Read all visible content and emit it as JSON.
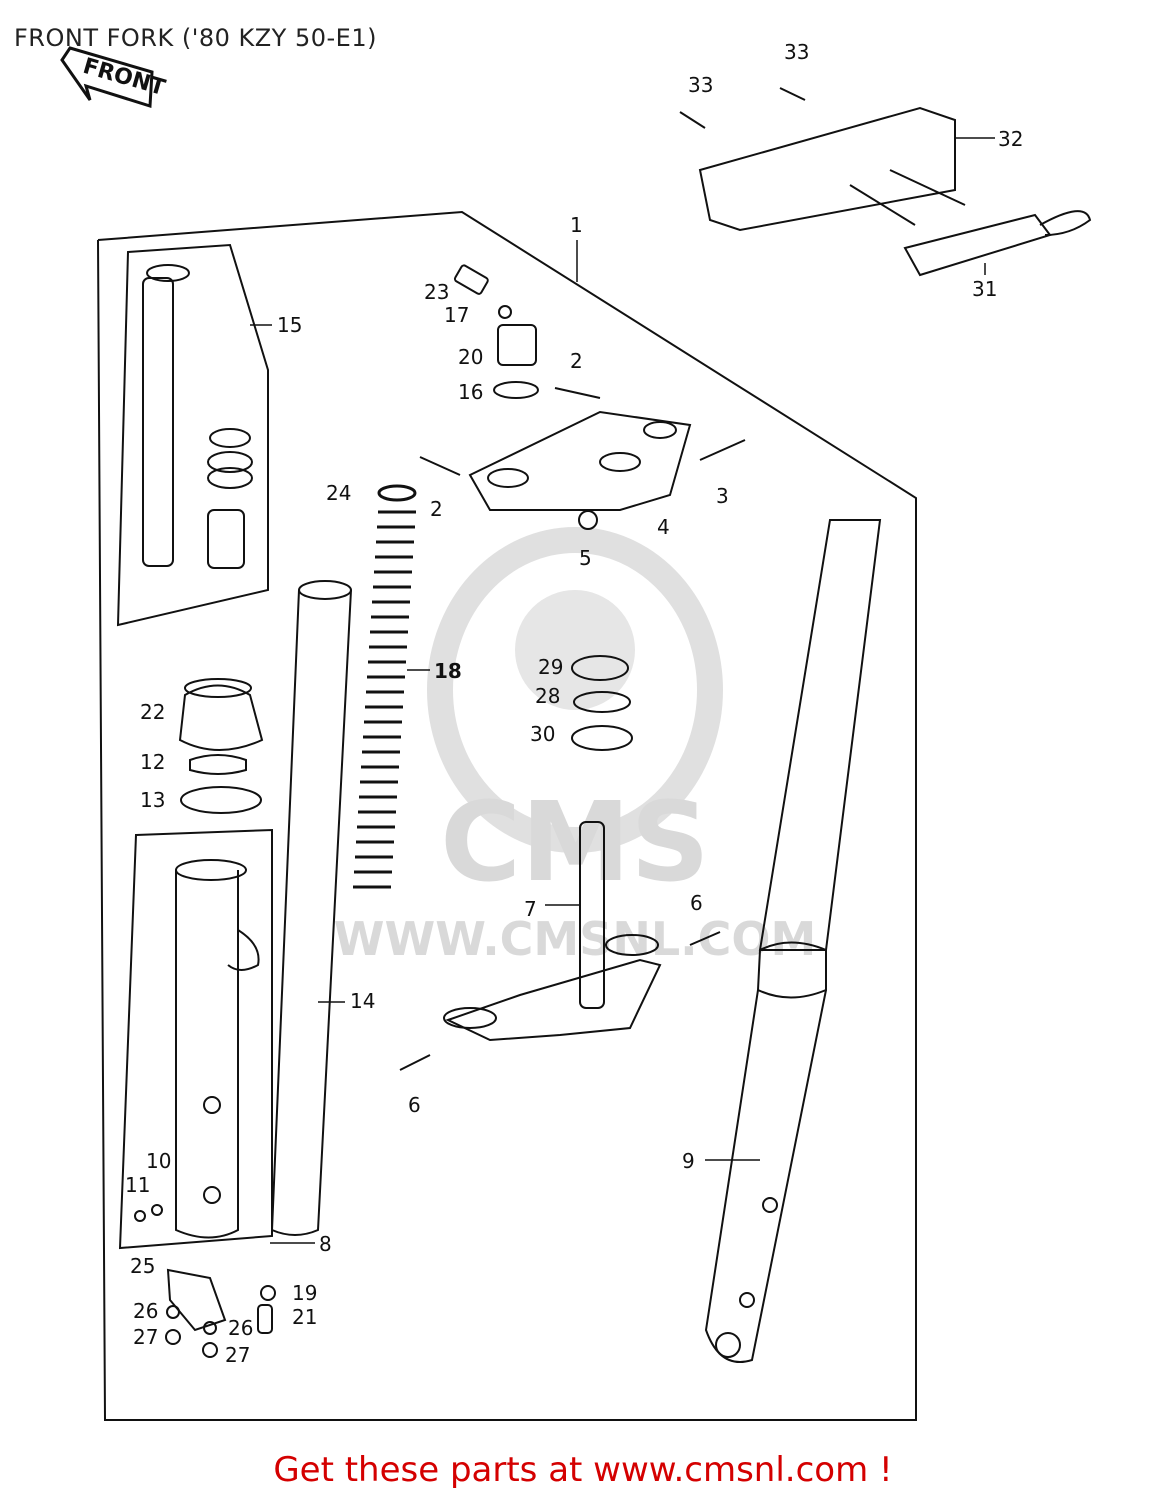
{
  "header": {
    "title": "FRONT FORK ('80 KZY 50-E1)"
  },
  "front_stamp": {
    "text": "FRONT"
  },
  "watermark": {
    "main": "CMS",
    "url": "WWW.CMSNL.COM"
  },
  "footer": {
    "link_text": "Get these parts at www.cmsnl.com !"
  },
  "colors": {
    "link": "#d40000",
    "ink": "#111111",
    "watermark": "#d9d9d9"
  },
  "part_labels": {
    "p1": "1",
    "p2a": "2",
    "p2b": "2",
    "p3": "3",
    "p4": "4",
    "p5": "5",
    "p6a": "6",
    "p6b": "6",
    "p7": "7",
    "p8": "8",
    "p9": "9",
    "p10": "10",
    "p11": "11",
    "p12": "12",
    "p13": "13",
    "p14": "14",
    "p15": "15",
    "p16": "16",
    "p17": "17",
    "p18": "18",
    "p19": "19",
    "p20": "20",
    "p21": "21",
    "p22": "22",
    "p23": "23",
    "p24": "24",
    "p25": "25",
    "p26a": "26",
    "p26b": "26",
    "p27a": "27",
    "p27b": "27",
    "p28": "28",
    "p29": "29",
    "p30": "30",
    "p31": "31",
    "p32": "32",
    "p33a": "33",
    "p33b": "33"
  }
}
